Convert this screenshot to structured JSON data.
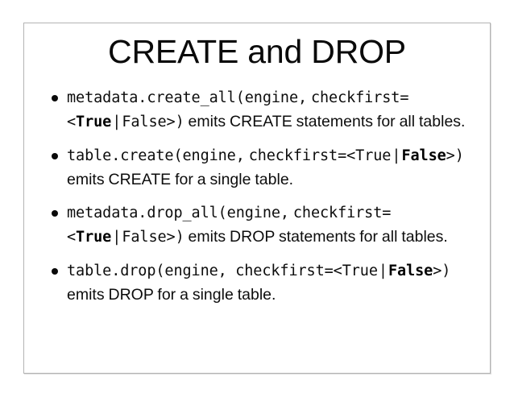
{
  "slide": {
    "title": "CREATE and DROP",
    "bullets": [
      {
        "id": "metadata-create-all",
        "code_lead": "metadata.create_all(engine,",
        "code_param": "checkfirst=<",
        "opt_true": "True",
        "opt_true_bold": true,
        "separator": "|",
        "opt_false": "False",
        "opt_false_bold": false,
        "code_tail": ">)",
        "prose": "emits CREATE statements for all tables."
      },
      {
        "id": "table-create",
        "code_lead": "table.create(engine,",
        "code_param": "checkfirst=<",
        "opt_true": "True",
        "opt_true_bold": false,
        "separator": "|",
        "opt_false": "False",
        "opt_false_bold": true,
        "code_tail": ">)",
        "prose": "emits CREATE for a single table."
      },
      {
        "id": "metadata-drop-all",
        "code_lead": "metadata.drop_all(engine,",
        "code_param": "checkfirst=<",
        "opt_true": "True",
        "opt_true_bold": true,
        "separator": "|",
        "opt_false": "False",
        "opt_false_bold": false,
        "code_tail": ">)",
        "prose": "emits DROP statements for all tables."
      },
      {
        "id": "table-drop",
        "code_lead": "table.drop(engine, ",
        "code_param": "checkfirst=<",
        "opt_true": "True",
        "opt_true_bold": false,
        "separator": "|",
        "opt_false": "False",
        "opt_false_bold": true,
        "code_tail": ">)",
        "prose": "emits DROP for a single table."
      }
    ]
  }
}
